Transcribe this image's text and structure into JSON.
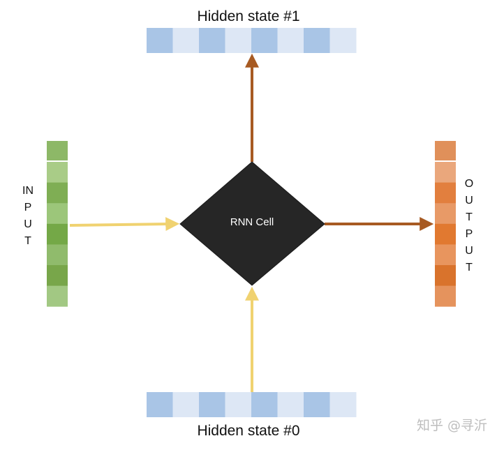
{
  "diagram": {
    "hidden_top_label": "Hidden state #1",
    "hidden_bottom_label": "Hidden state #0",
    "input_label": "INPUT",
    "output_label": "OUTPUT",
    "cell_label": "RNN Cell",
    "watermark": "知乎 @寻沂"
  },
  "colors": {
    "hidden_dark": "#a9c5e6",
    "hidden_light": "#dde7f5",
    "input_cells": [
      "#8db867",
      "#a9cc87",
      "#7fae54",
      "#9cc67a",
      "#74a847",
      "#90bb6c",
      "#78a64a",
      "#a2c883"
    ],
    "output_cells": [
      "#e0905a",
      "#eaa77c",
      "#e27f3e",
      "#e89a67",
      "#e17930",
      "#e8955e",
      "#d9732c",
      "#e5935d"
    ],
    "input_arrow": "#f0d270",
    "output_arrow": "#a75a22",
    "cell_fill": "#262626"
  }
}
